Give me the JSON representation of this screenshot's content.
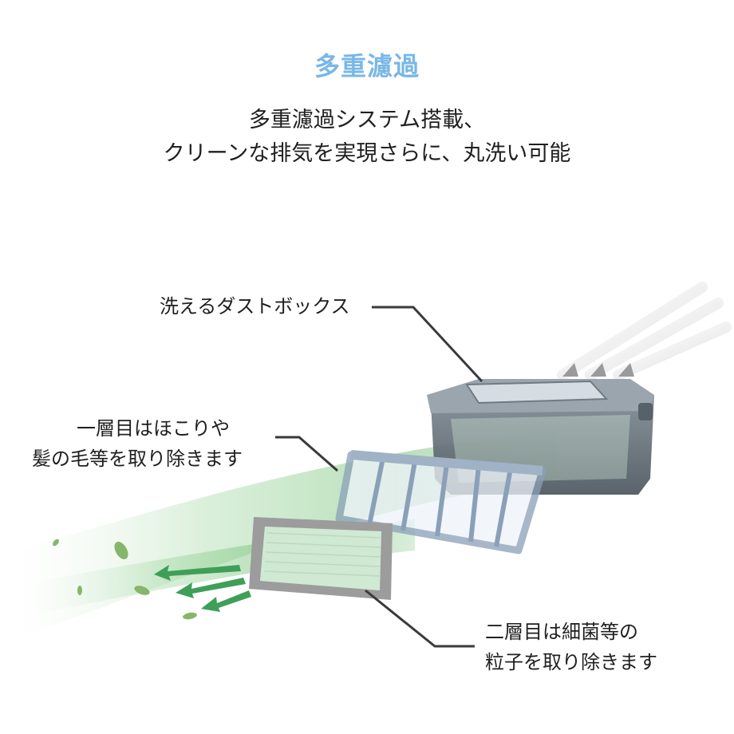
{
  "header": {
    "title": "多重濾過",
    "subtitle_lines": [
      "多重濾過システム搭載、",
      "クリーンな排気を実現さらに、丸洗い可能"
    ]
  },
  "callouts": {
    "dust_box": "洗えるダストボックス",
    "layer1_lines": [
      "一層目はほこりや",
      "髪の毛等を取り除きます"
    ],
    "layer2_lines": [
      "二層目は細菌等の",
      "粒子を取り除きます"
    ]
  },
  "colors": {
    "title": "#79b7e6",
    "airflow_green": "#4caf50",
    "box_gray": "#5f6a73",
    "filter_frame": "#8aa0b8"
  }
}
